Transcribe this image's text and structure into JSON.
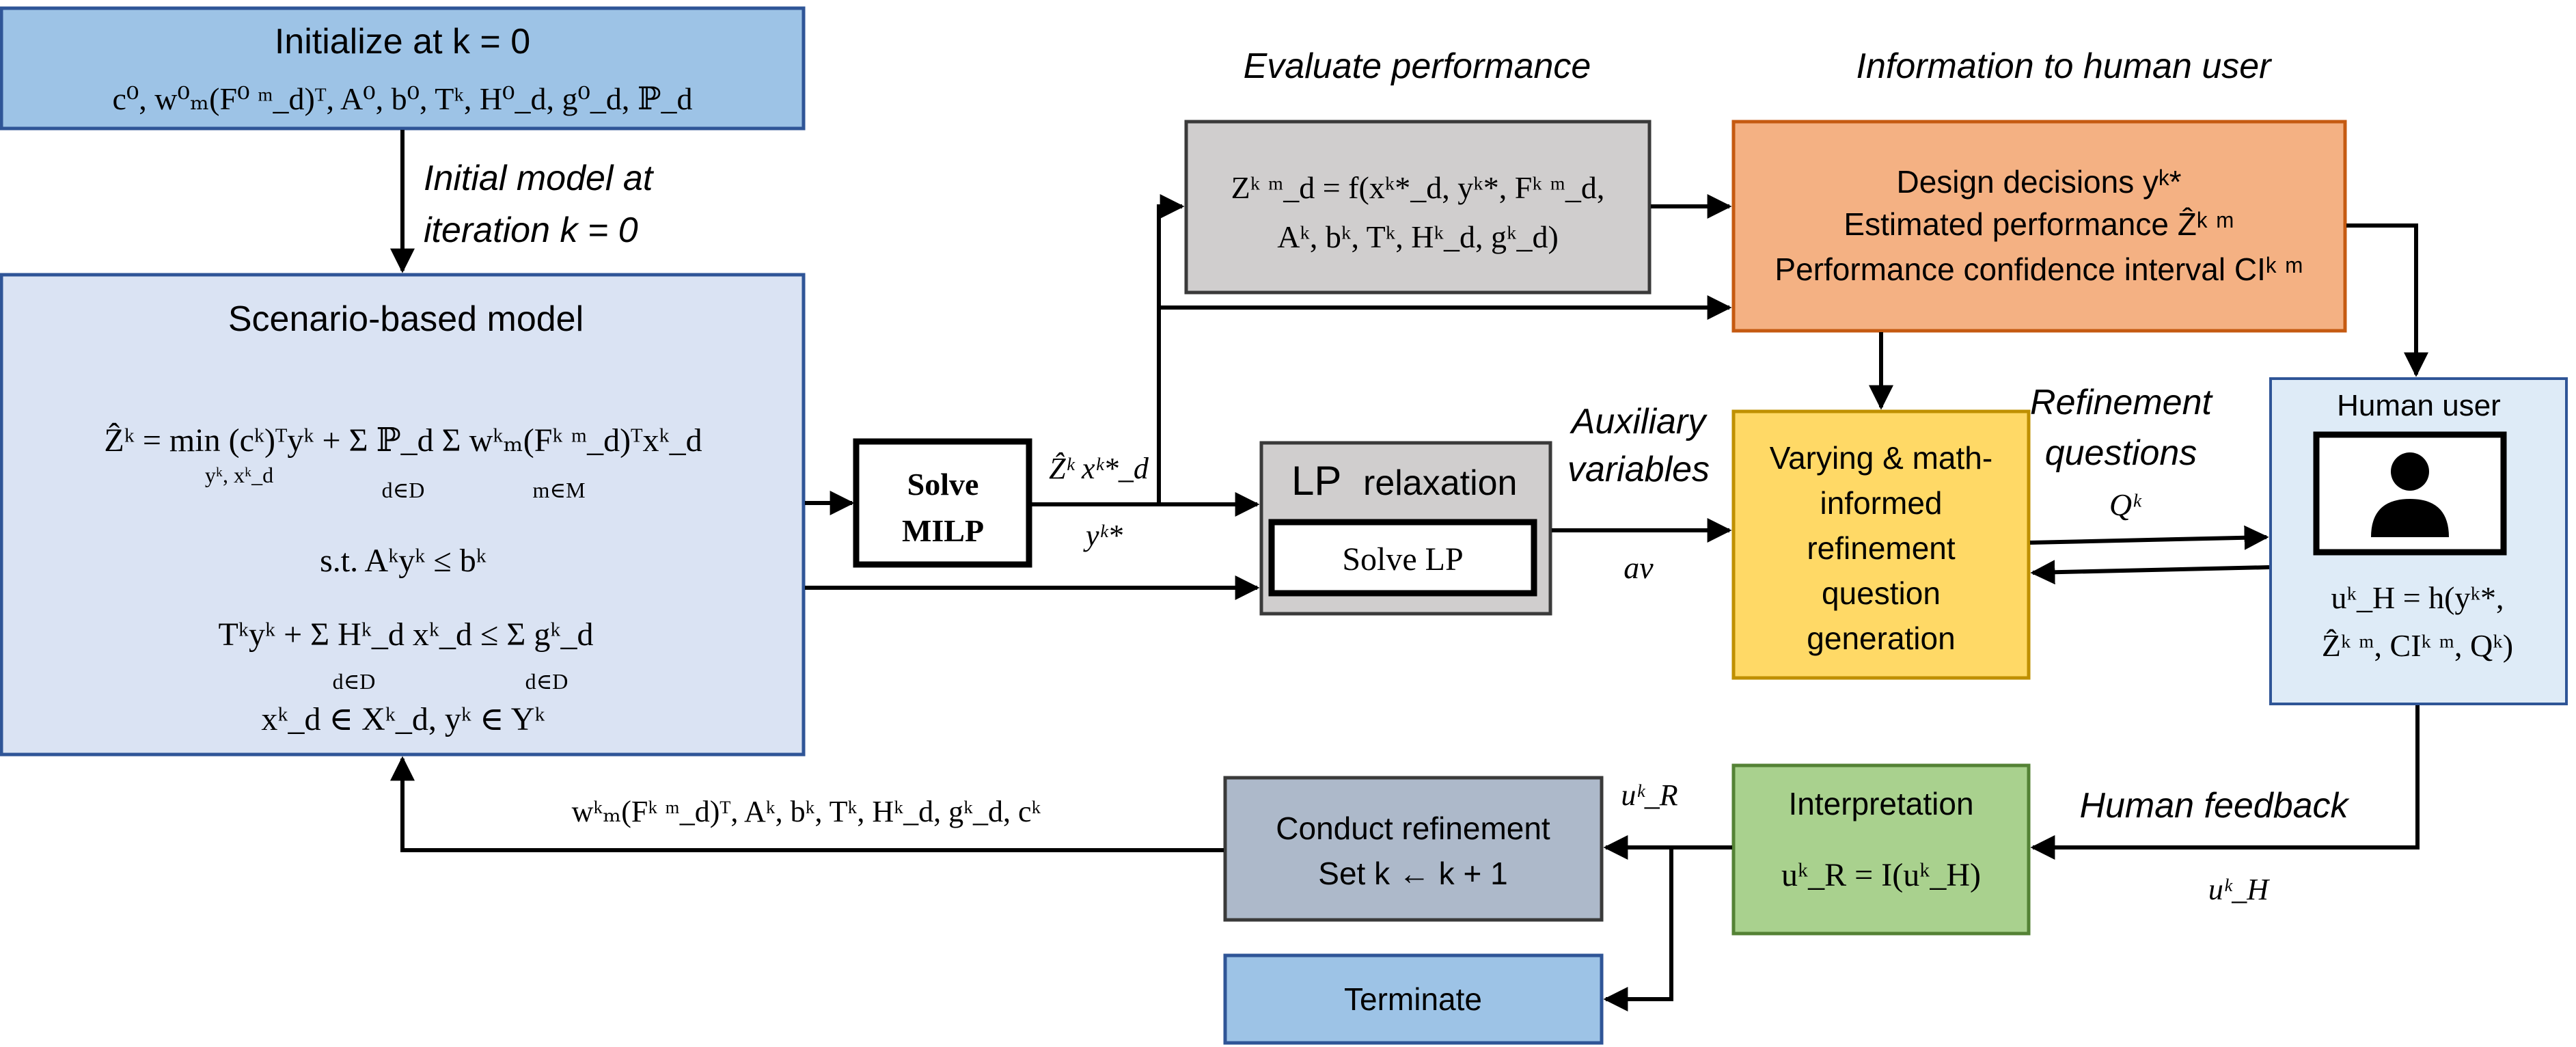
{
  "colors": {
    "init_fill": "#9DC3E6",
    "init_stroke": "#2F5597",
    "model_fill": "#DAE3F3",
    "model_stroke": "#2F5597",
    "eval_fill": "#D0CECE",
    "info_fill": "#F4B183",
    "info_stroke": "#C55A11",
    "question_fill": "#FFD966",
    "question_stroke": "#BF9000",
    "user_fill": "#DEEBF7",
    "interp_fill": "#A9D18E",
    "interp_stroke": "#548235",
    "refine_fill": "#ADB9CA",
    "terminate_fill": "#9DC3E6",
    "arrow": "#000000"
  },
  "icons": [
    "person-icon",
    "monitor-icon"
  ],
  "init": {
    "title": "Initialize at k = 0",
    "params": "c⁰, w⁰ₘ(F⁰ ᵐ_d)ᵀ, A⁰, b⁰, Tᵏ, H⁰_d, g⁰_d, ℙ_d"
  },
  "labels": {
    "initial_model_1": "Initial model at",
    "initial_model_2": "iteration k = 0",
    "evaluate": "Evaluate performance",
    "information": "Information to human user",
    "auxiliary_1": "Auxiliary",
    "auxiliary_2": "variables",
    "refinement_q_1": "Refinement",
    "refinement_q_2": "questions",
    "q_k": "Qᵏ",
    "human_feedback": "Human feedback",
    "z_x": "Ẑᵏ xᵏ*_d",
    "y_k": "yᵏ*",
    "av": "av",
    "u_r": "uᵏ_R",
    "u_h": "uᵏ_H",
    "feedback_params": "wᵏₘ(Fᵏ ᵐ_d)ᵀ, Aᵏ, bᵏ, Tᵏ, Hᵏ_d, gᵏ_d, cᵏ"
  },
  "model": {
    "title": "Scenario-based model",
    "objective": "Ẑᵏ = min (cᵏ)ᵀyᵏ + Σ ℙ_d Σ wᵏₘ(Fᵏ ᵐ_d)ᵀxᵏ_d",
    "min_sub": "yᵏ, xᵏ_d",
    "sum_d": "d∈D",
    "sum_m": "m∈M",
    "st": "s.t.  Aᵏyᵏ ≤ bᵏ",
    "constraint": "Tᵏyᵏ + Σ Hᵏ_d xᵏ_d ≤ Σ gᵏ_d",
    "sum_d2": "d∈D",
    "sum_d3": "d∈D",
    "domain": "xᵏ_d ∈ Xᵏ_d, yᵏ ∈ Yᵏ"
  },
  "milp": {
    "line1": "Solve",
    "line2": "MILP"
  },
  "lp": {
    "title_lp": "LP",
    "title_rest": "relaxation",
    "inner": "Solve LP"
  },
  "eval": {
    "line1": "Zᵏ ᵐ_d = f(xᵏ*_d, yᵏ*, Fᵏ ᵐ_d,",
    "line2": "Aᵏ, bᵏ, Tᵏ, Hᵏ_d, gᵏ_d)"
  },
  "info": {
    "line1": "Design decisions yᵏ*",
    "line2": "Estimated performance Ẑᵏ ᵐ",
    "line3": "Performance confidence interval CIᵏ ᵐ"
  },
  "question": {
    "line1": "Varying & math-",
    "line2": "informed",
    "line3": "refinement",
    "line4": "question",
    "line5": "generation"
  },
  "user": {
    "title": "Human user",
    "formula1": "uᵏ_H = h(yᵏ*,",
    "formula2": "Ẑᵏ ᵐ, CIᵏ ᵐ, Qᵏ)"
  },
  "interp": {
    "title": "Interpretation",
    "formula": "uᵏ_R = I(uᵏ_H)"
  },
  "refine": {
    "line1": "Conduct refinement",
    "line2": "Set k ← k + 1"
  },
  "terminate": {
    "label": "Terminate"
  }
}
